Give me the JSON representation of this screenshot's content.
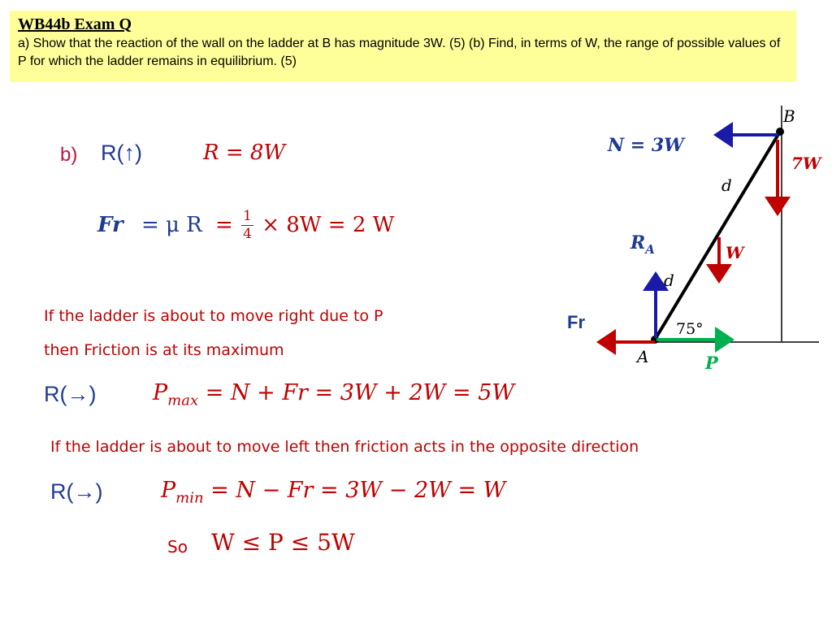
{
  "header": {
    "title": "WB44b Exam Q",
    "text": "a) Show that the reaction of the wall on the ladder at B has magnitude 3W. (5) (b) Find, in terms of W, the range of possible values of P for which the ladder remains in equilibrium. (5)"
  },
  "working": {
    "part_label": "b)",
    "resolve_up": "R(↑)",
    "eq_R": "R = 8W",
    "fr_symbol": "Fr",
    "fr_mid": "= μ R",
    "fr_eq": "=",
    "frac_num": "1",
    "frac_den": "4",
    "fr_rest": "× 8W = 2 W",
    "note1_line1": "If  the ladder is about to move right due to P",
    "note1_line2": "then Friction is at its maximum",
    "resolve_right_1": "R(→)",
    "pmax_P": "P",
    "pmax_sub": "max",
    "pmax_rest": " = N + Fr = 3W + 2W = 5W",
    "note2": "If  the ladder is about to move left then friction acts in the opposite direction",
    "resolve_right_2": "R(→)",
    "pmin_P": "P",
    "pmin_sub": "min",
    "pmin_rest": " = N − Fr = 3W − 2W = W",
    "so": "So",
    "conclusion": "W ≤ P ≤ 5W"
  },
  "diagram": {
    "label_B": "B",
    "label_N": "N = 3W",
    "label_7W": "7W",
    "label_d_top": "d",
    "label_RA": "R",
    "label_RA_sub": "A",
    "label_W": "W",
    "label_d_bottom": "d",
    "label_Fr": "Fr",
    "label_angle": "75°",
    "label_A": "A",
    "label_P": "P",
    "colors": {
      "blue_arrow": "#1a1aa8",
      "red_arrow": "#c00000",
      "green_arrow": "#00b050",
      "navy_text": "#1f3a93",
      "red_text": "#c00000",
      "green_text": "#00b050"
    }
  }
}
